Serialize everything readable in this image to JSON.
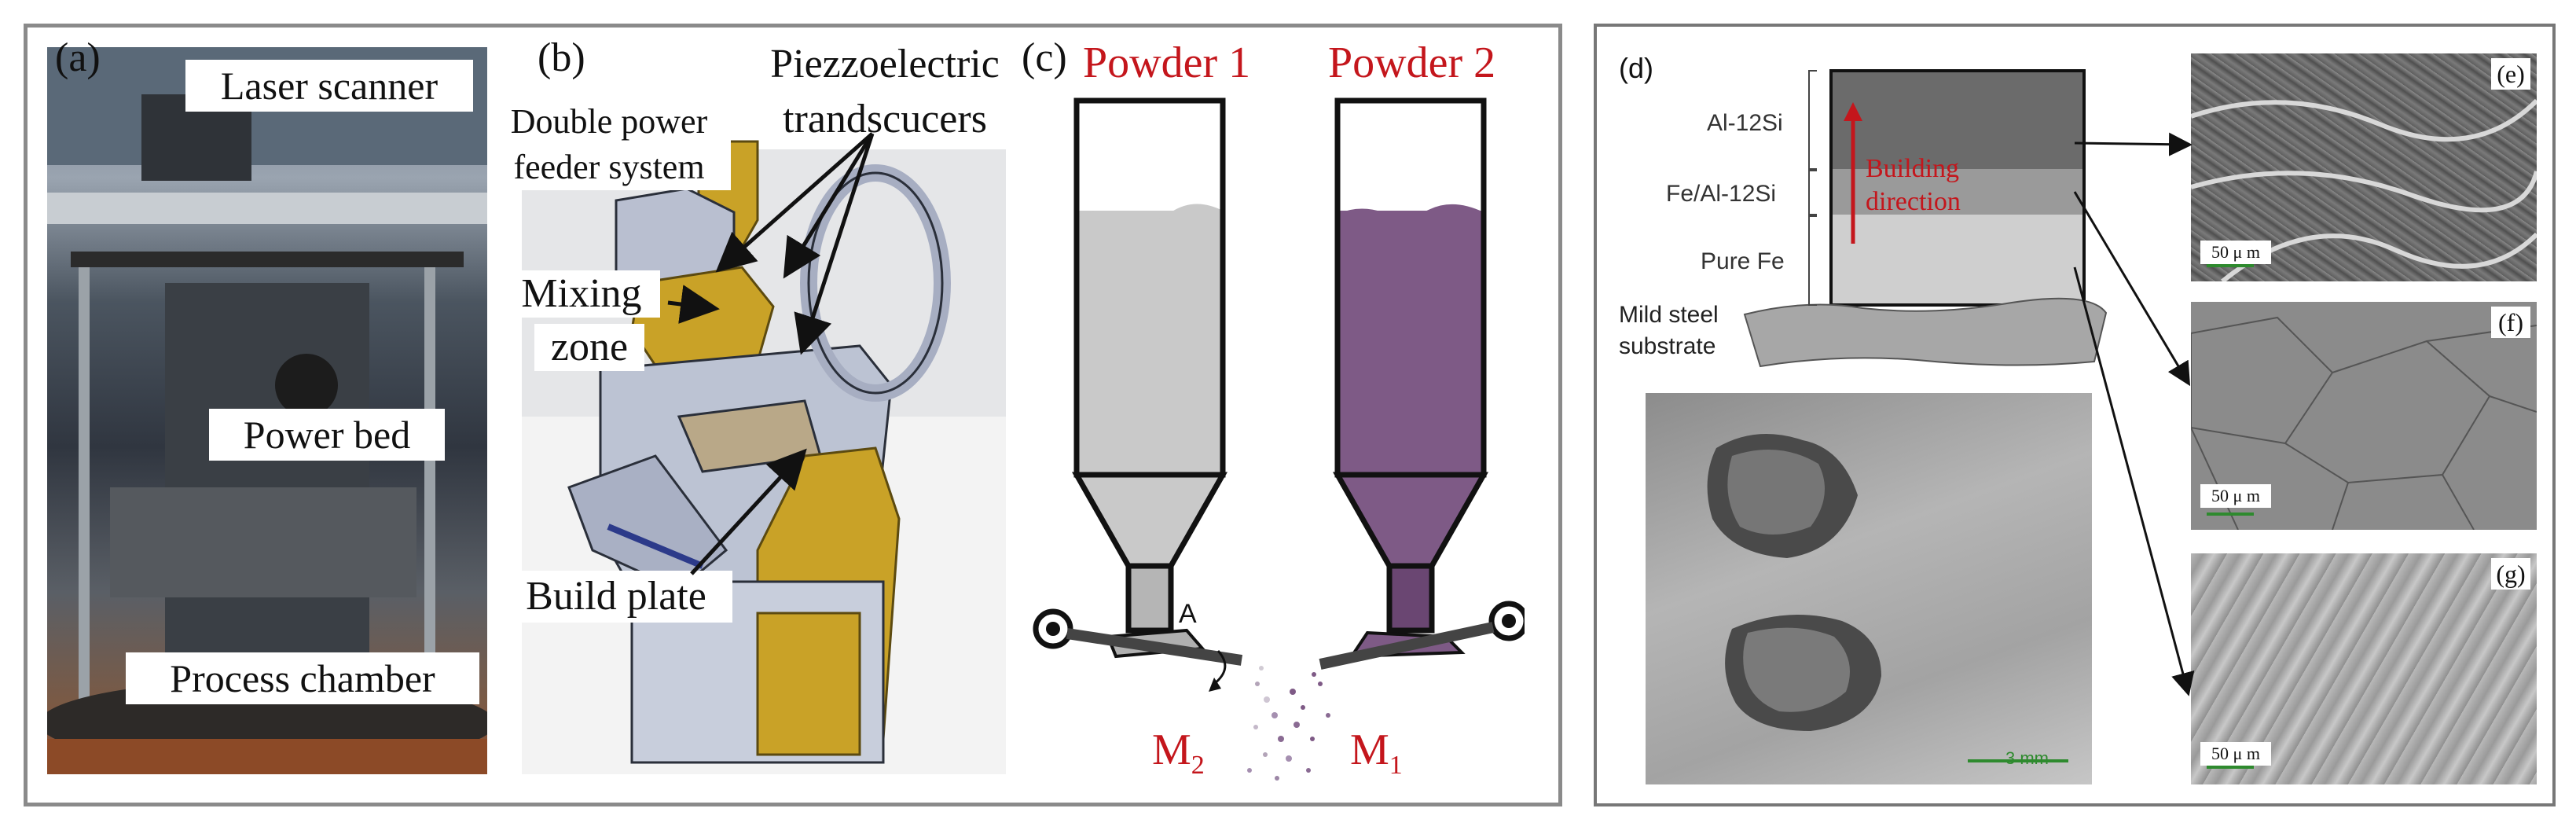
{
  "left_figure": {
    "panel_a": {
      "tag": "(a)",
      "labels": {
        "laser_scanner": "Laser scanner",
        "power_bed": "Power bed",
        "process_chamber": "Process chamber"
      }
    },
    "panel_b": {
      "tag": "(b)",
      "labels": {
        "feeder_line1": "Double power",
        "feeder_line2": "feeder system",
        "piezo_line1": "Piezzoelectric",
        "piezo_line2": "trandscucers",
        "mixing_line1": "Mixing",
        "mixing_line2": "zone",
        "build_plate": "Build plate"
      }
    },
    "panel_c": {
      "tag": "(c)",
      "labels": {
        "powder1": "Powder 1",
        "powder2": "Powder 2",
        "m2_base": "M",
        "m2_sub": "2",
        "m1_base": "M",
        "m1_sub": "1",
        "rotation": "A"
      },
      "colors": {
        "powder1": "#c9c9c9",
        "powder2": "#7e5a86",
        "funnel1_neck": "#b5b5b5",
        "funnel2_neck": "#6a4672"
      }
    }
  },
  "right_figure": {
    "panel_d": {
      "tag": "(d)",
      "layers": {
        "top": "Al-12Si",
        "middle": "Fe/Al-12Si",
        "bottom": "Pure Fe"
      },
      "substrate_line1": "Mild steel",
      "substrate_line2": "substrate",
      "arrow_line1": "Building",
      "arrow_line2": "direction",
      "photo_scale": "3 mm"
    },
    "panel_e": {
      "tag": "(e)",
      "scale": "50 μ m"
    },
    "panel_f": {
      "tag": "(f)",
      "scale": "50 μ m"
    },
    "panel_g": {
      "tag": "(g)",
      "scale": "50 μ m"
    }
  }
}
